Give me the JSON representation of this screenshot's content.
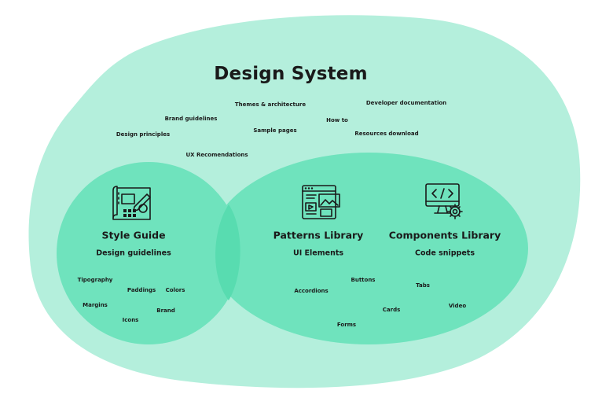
{
  "colors": {
    "outer_blob": "#b4efdc",
    "inner_ellipse": "#6fe3bd",
    "overlap": "#58dcb0",
    "ink": "#1a1a1a"
  },
  "title": "Design System",
  "outer_items": [
    "Themes & architecture",
    "Developer documentation",
    "Brand guidelines",
    "Sample pages",
    "How to",
    "Resources download",
    "Design principles",
    "UX Recomendations"
  ],
  "style_guide": {
    "icon": "design-blueprint-icon",
    "heading": "Style Guide",
    "subtitle": "Design guidelines",
    "items": [
      "Tipography",
      "Paddings",
      "Colors",
      "Margins",
      "Brand",
      "Icons"
    ]
  },
  "patterns_library": {
    "icon": "ui-layout-icon",
    "heading": "Patterns Library",
    "subtitle": "UI Elements",
    "items": [
      "Buttons",
      "Accordions",
      "Cards",
      "Forms"
    ]
  },
  "components_library": {
    "icon": "code-monitor-icon",
    "heading": "Components Library",
    "subtitle": "Code snippets",
    "items": [
      "Tabs",
      "Video"
    ]
  }
}
